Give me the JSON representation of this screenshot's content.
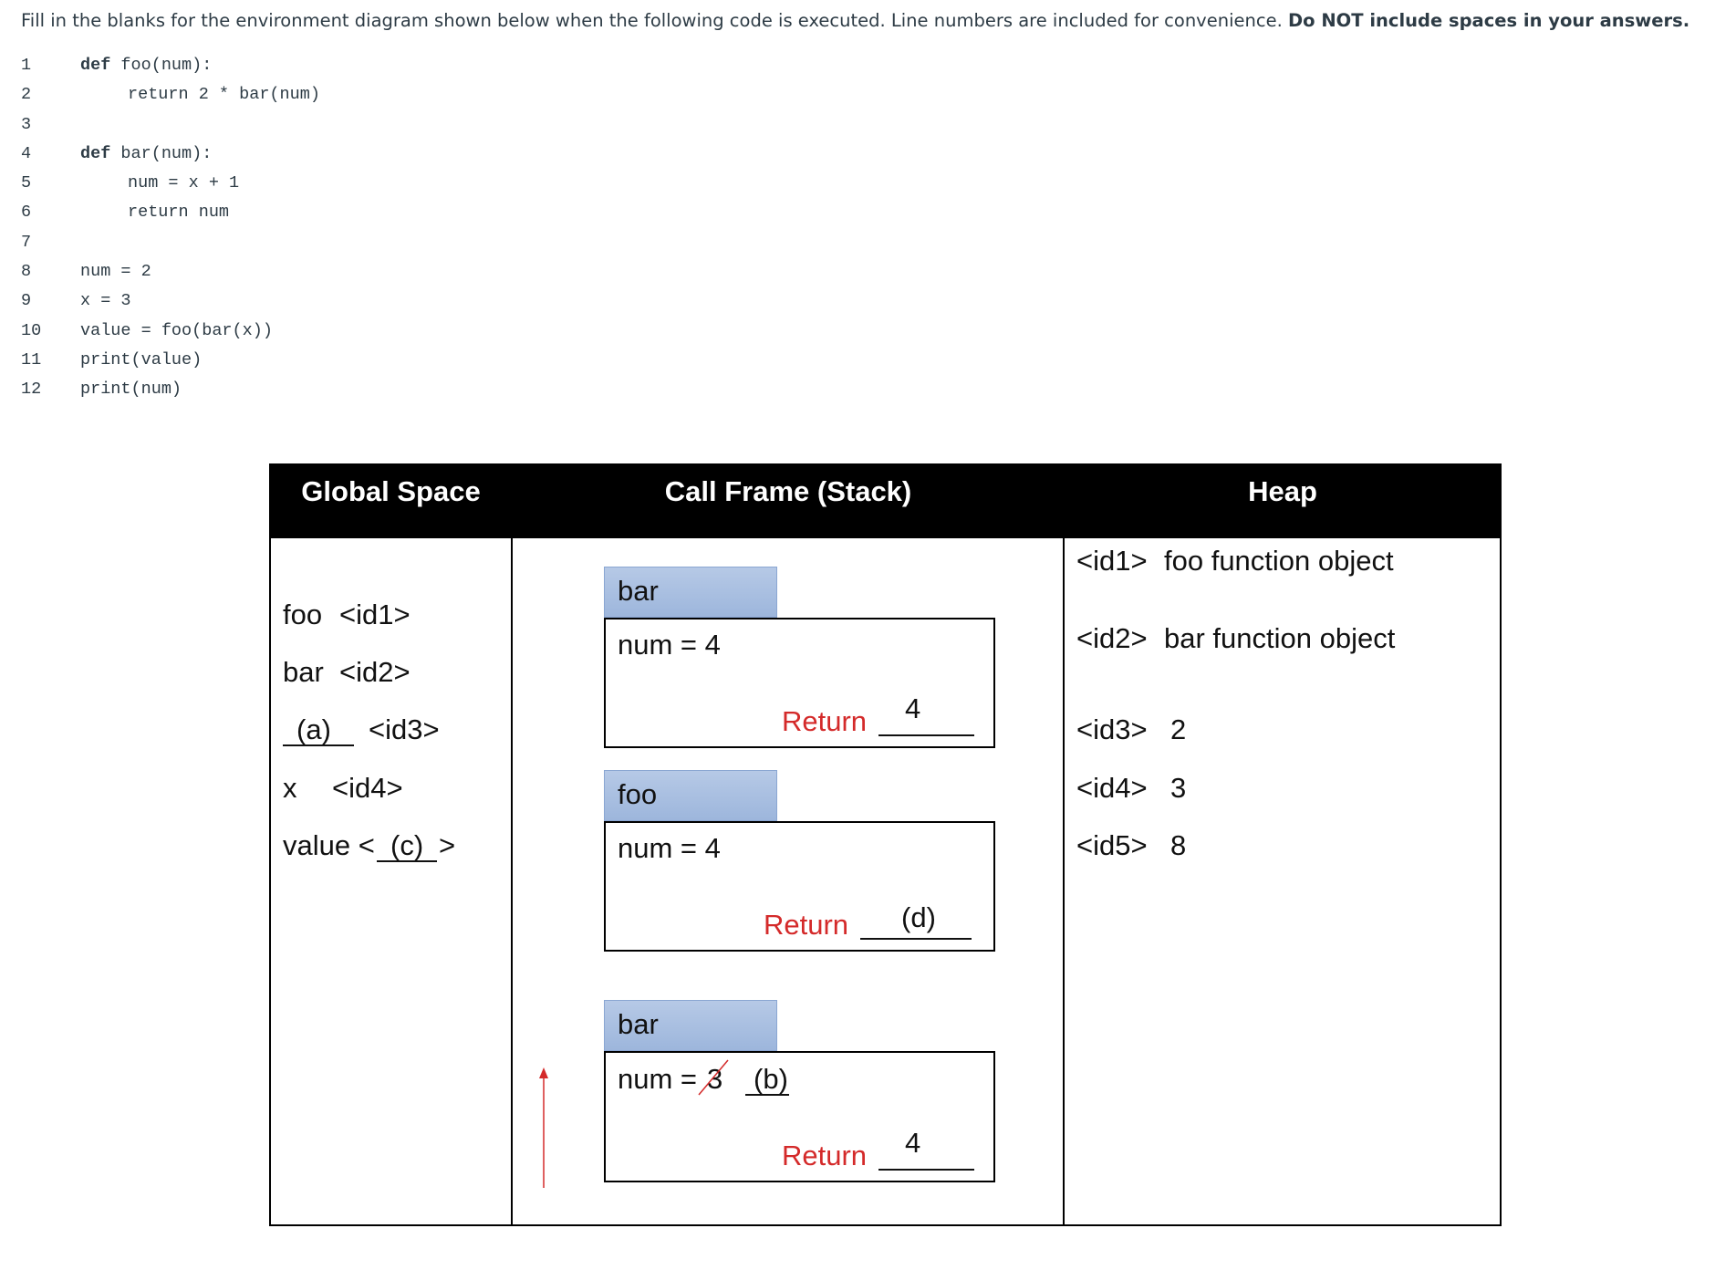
{
  "instructions": {
    "text": "Fill in the blanks for the environment diagram shown below when the following code is executed. Line numbers are included for convenience. ",
    "bold": "Do  NOT include spaces in your answers."
  },
  "code": [
    {
      "n": "1",
      "kw": "def",
      "rest": " foo(num):",
      "indent": false
    },
    {
      "n": "2",
      "kw": "",
      "rest": "return 2 * bar(num)",
      "indent": true
    },
    {
      "n": "3",
      "kw": "",
      "rest": "",
      "indent": false
    },
    {
      "n": "4",
      "kw": "def",
      "rest": " bar(num):",
      "indent": false
    },
    {
      "n": "5",
      "kw": "",
      "rest": "num = x + 1",
      "indent": true
    },
    {
      "n": "6",
      "kw": "",
      "rest": "return num",
      "indent": true
    },
    {
      "n": "7",
      "kw": "",
      "rest": "",
      "indent": false
    },
    {
      "n": "8",
      "kw": "",
      "rest": "num = 2",
      "indent": false
    },
    {
      "n": "9",
      "kw": "",
      "rest": "x = 3",
      "indent": false
    },
    {
      "n": "10",
      "kw": "",
      "rest": "value = foo(bar(x))",
      "indent": false
    },
    {
      "n": "11",
      "kw": "",
      "rest": "print(value)",
      "indent": false
    },
    {
      "n": "12",
      "kw": "",
      "rest": "print(num)",
      "indent": false
    }
  ],
  "diagram": {
    "headers": {
      "global": "Global Space",
      "stack": "Call Frame (Stack)",
      "heap": "Heap"
    },
    "global": {
      "foo_name": "foo",
      "foo_id": "<id1>",
      "bar_name": "bar",
      "bar_id": "<id2>",
      "blank_a": "(a)",
      "a_id": "<id3>",
      "x_name": "x",
      "x_id": "<id4>",
      "value_name": "value <",
      "blank_c": "(c)",
      "value_close": ">"
    },
    "frames": [
      {
        "name": "bar",
        "var": "num = 4",
        "return_label": "Return",
        "return_value": "4"
      },
      {
        "name": "foo",
        "var": "num = 4",
        "return_label": "Return",
        "return_value": "(d)"
      },
      {
        "name": "bar",
        "var_prefix": "num = ",
        "var_old": "3",
        "blank_b": "(b)",
        "return_label": "Return",
        "return_value": "4"
      }
    ],
    "heap": [
      {
        "id": "<id1>",
        "value": "foo function object"
      },
      {
        "id": "<id2>",
        "value": "bar function object"
      },
      {
        "id": "<id3>",
        "value": "2"
      },
      {
        "id": "<id4>",
        "value": "3"
      },
      {
        "id": "<id5>",
        "value": "8"
      }
    ],
    "colors": {
      "return": "#d42a2a",
      "tab": "#a9c0e2",
      "arrow": "#d42a2a"
    }
  }
}
